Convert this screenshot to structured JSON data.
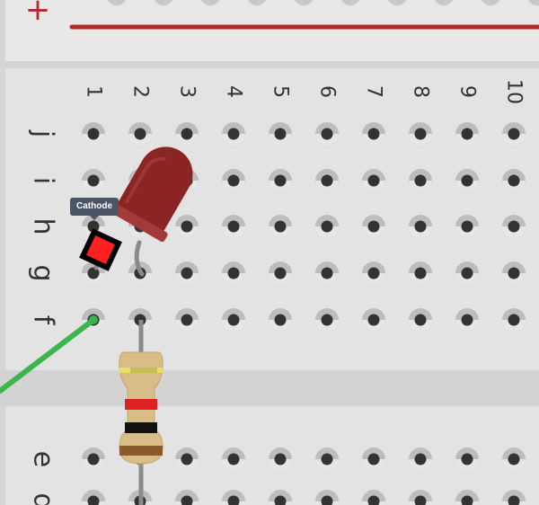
{
  "rail": {
    "sign": "+",
    "line_color": "#b22a2a"
  },
  "columns": [
    "1",
    "2",
    "3",
    "4",
    "5",
    "6",
    "7",
    "8",
    "9",
    "10"
  ],
  "top_rows": [
    "j",
    "i",
    "h",
    "g",
    "f"
  ],
  "bottom_rows": [
    "e",
    "d"
  ],
  "led": {
    "color": "#8b2424",
    "tooltip": "Cathode",
    "highlight_color": "#ff2020"
  },
  "resistor": {
    "body_color": "#d8bd86",
    "bands": [
      "#e8e060",
      "#e02020",
      "#111111",
      "#8b5a2b"
    ]
  },
  "wire": {
    "color": "#3cb54a"
  },
  "colors": {
    "board": "#e3e3e3",
    "hole": "#333333",
    "hole_ring": "#bdbdbd",
    "channel": "#d3d3d3"
  }
}
